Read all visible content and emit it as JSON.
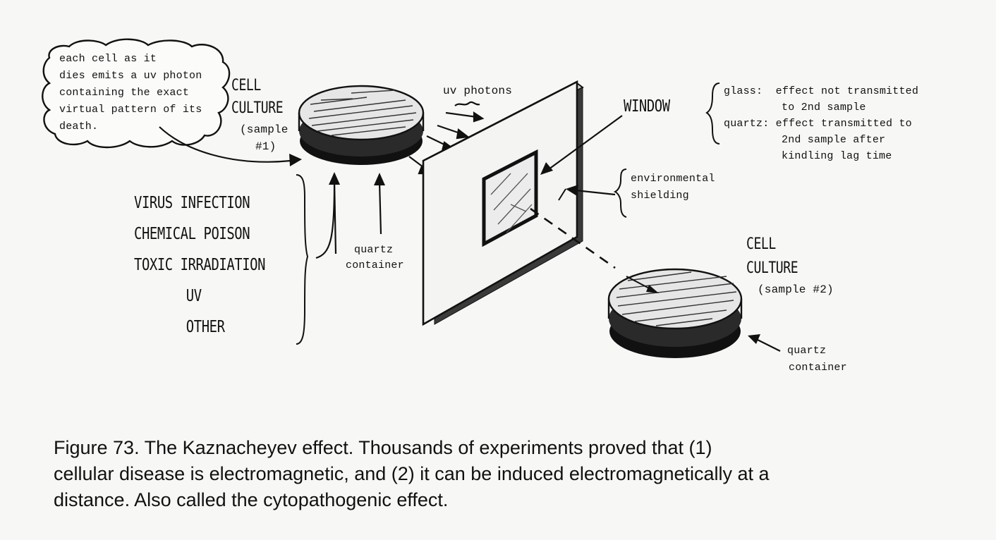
{
  "bubble": {
    "lines": [
      "each cell as it",
      "dies emits a uv photon",
      "containing the exact",
      "virtual pattern of its",
      "death."
    ]
  },
  "sample1": {
    "line1": "CELL",
    "line2": "CULTURE",
    "line3": "(sample",
    "line4": "#1)"
  },
  "uv_photons": "uv photons",
  "window_label": "WINDOW",
  "glass_quartz": {
    "glass_key": "glass:",
    "glass_l1": "effect not transmitted",
    "glass_l2": "to 2nd sample",
    "quartz_key": "quartz:",
    "quartz_l1": "effect transmitted to",
    "quartz_l2": "2nd sample after",
    "quartz_l3": "kindling lag time"
  },
  "shielding": {
    "line1": "environmental",
    "line2": "shielding"
  },
  "causes": [
    "VIRUS INFECTION",
    "CHEMICAL POISON",
    "TOXIC IRRADIATION",
    "UV",
    "OTHER"
  ],
  "quartz1": {
    "line1": "quartz",
    "line2": "container"
  },
  "sample2": {
    "line1": "CELL",
    "line2": "CULTURE",
    "line3": "(sample #2)"
  },
  "quartz2": {
    "line1": "quartz",
    "line2": "container"
  },
  "caption": {
    "line1": "Figure 73.  The Kaznacheyev effect.  Thousands of experiments proved that (1)",
    "line2": "cellular disease is electromagnetic, and (2) it can be induced electromagnetically at a",
    "line3": "distance.  Also called the cytopathogenic effect."
  }
}
